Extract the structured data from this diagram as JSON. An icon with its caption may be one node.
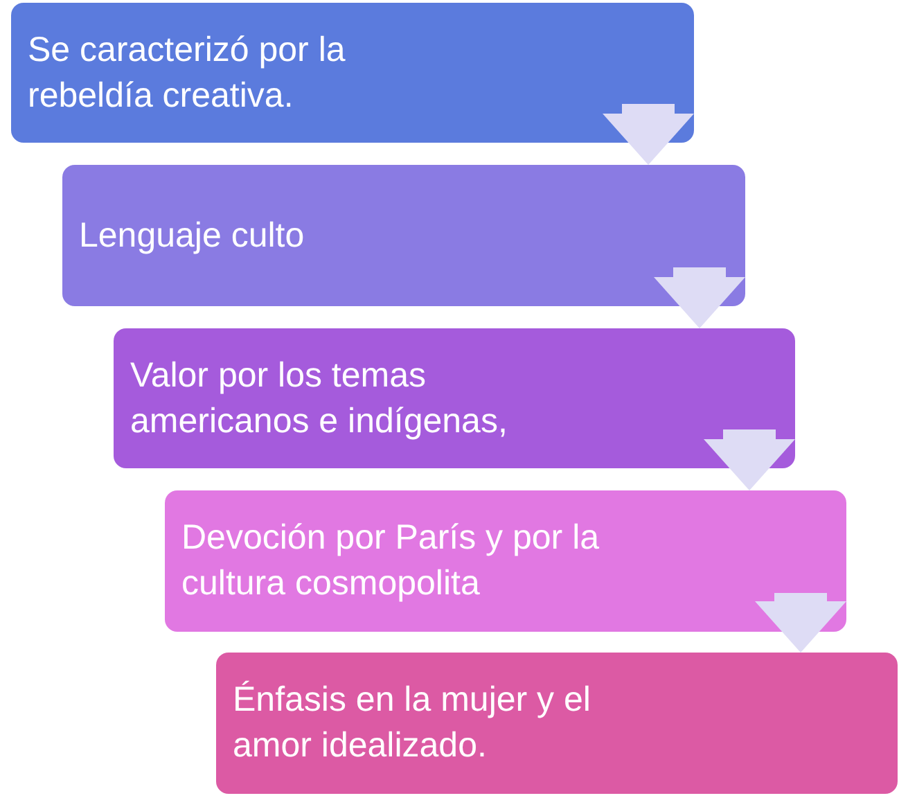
{
  "diagram": {
    "nodes": [
      {
        "text": [
          "Se caracterizó por la rebeldía creativa."
        ]
      },
      {
        "text": [
          "Lenguaje culto"
        ]
      },
      {
        "text": [
          "Valor por los temas americanos e indígenas,"
        ]
      },
      {
        "text": [
          "Devoción por París y por la cultura cosmopolita"
        ]
      },
      {
        "text": [
          "Énfasis en la mujer y el amor idealizado."
        ]
      }
    ],
    "edges": [
      {
        "from": 0,
        "to": 1,
        "arrow": "to"
      },
      {
        "from": 1,
        "to": 2,
        "arrow": "to"
      },
      {
        "from": 2,
        "to": 3,
        "arrow": "to"
      },
      {
        "from": 3,
        "to": 4,
        "arrow": "to"
      }
    ]
  }
}
